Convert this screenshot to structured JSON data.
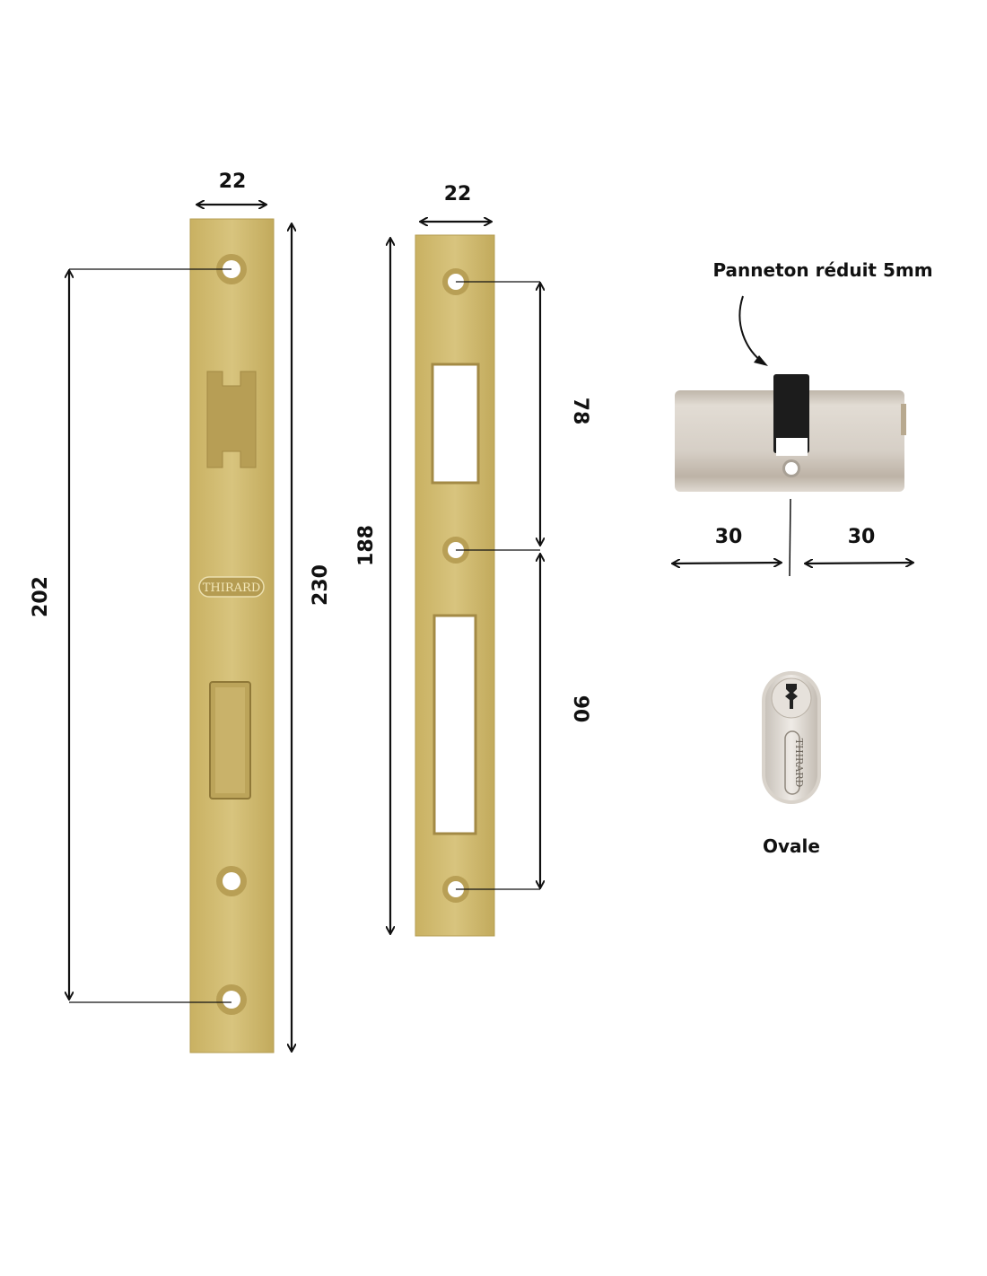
{
  "faceplate_lock": {
    "width_label": "22",
    "height_label": "230",
    "hole_spacing_label": "202",
    "brand": "THIRARD"
  },
  "strike_plate": {
    "width_label": "22",
    "height_label": "188",
    "upper_spacing_label": "78",
    "lower_spacing_label": "90"
  },
  "cylinder": {
    "cam_note": "Panneton réduit 5mm",
    "left_length_label": "30",
    "right_length_label": "30",
    "profile_label": "Ovale",
    "brand": "THIRARD"
  },
  "colors": {
    "brass": "#cdb66a",
    "nickel": "#cfc7bd",
    "cam": "#1c1c1c"
  }
}
